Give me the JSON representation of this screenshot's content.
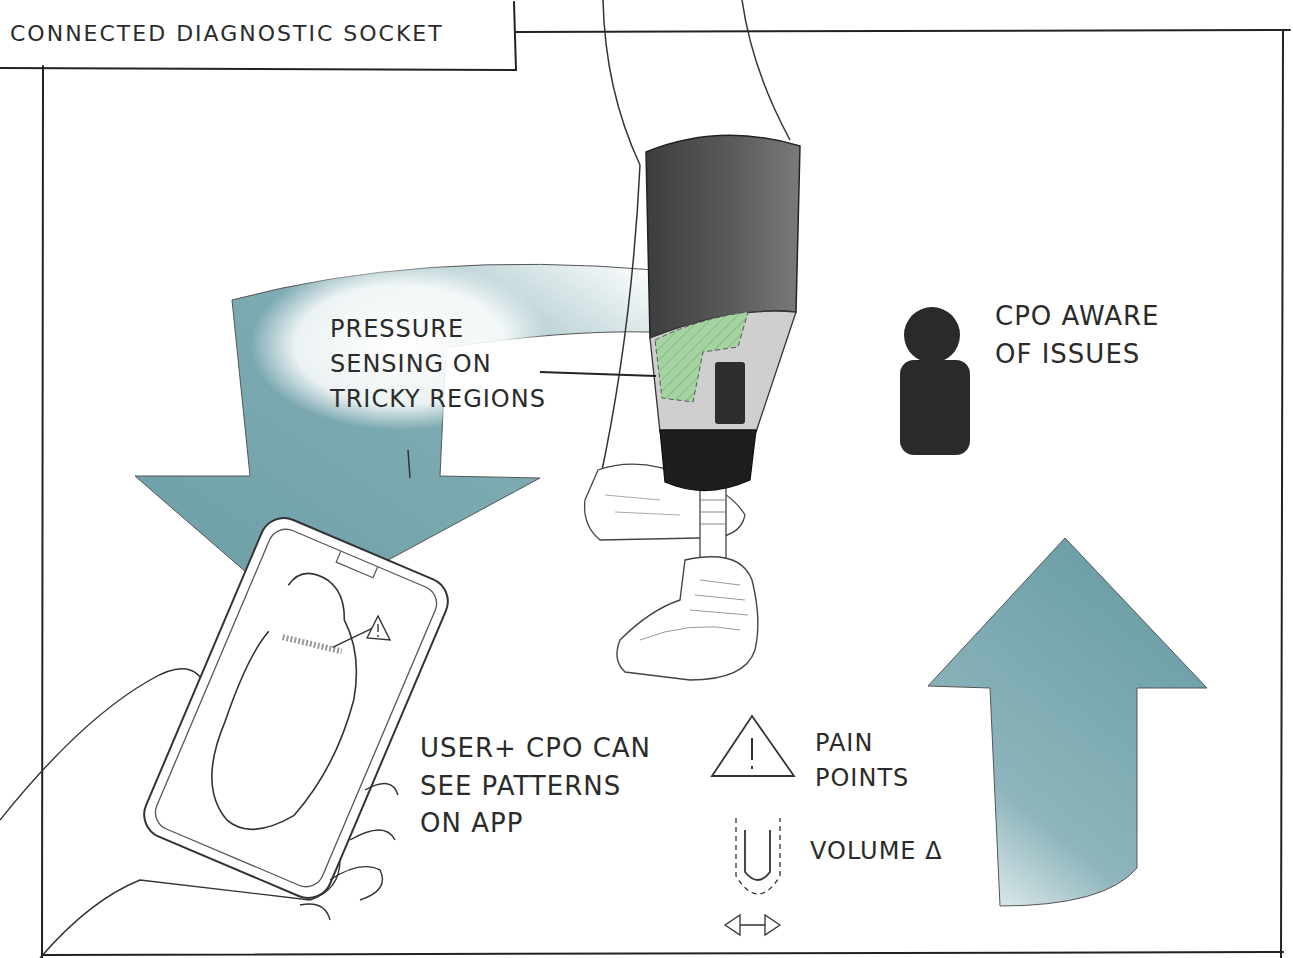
{
  "diagram": {
    "title": "CONNECTED DIAGNOSTIC SOCKET",
    "labels": [
      "PRESSURE SENSING ON TRICKY REGIONS",
      "CPO AWARE OF ISSUES",
      "USER+ CPO CAN SEE PATTERNS ON APP"
    ],
    "legend": [
      {
        "text": "PAIN POINTS"
      },
      {
        "text": "VOLUME Δ"
      }
    ]
  }
}
